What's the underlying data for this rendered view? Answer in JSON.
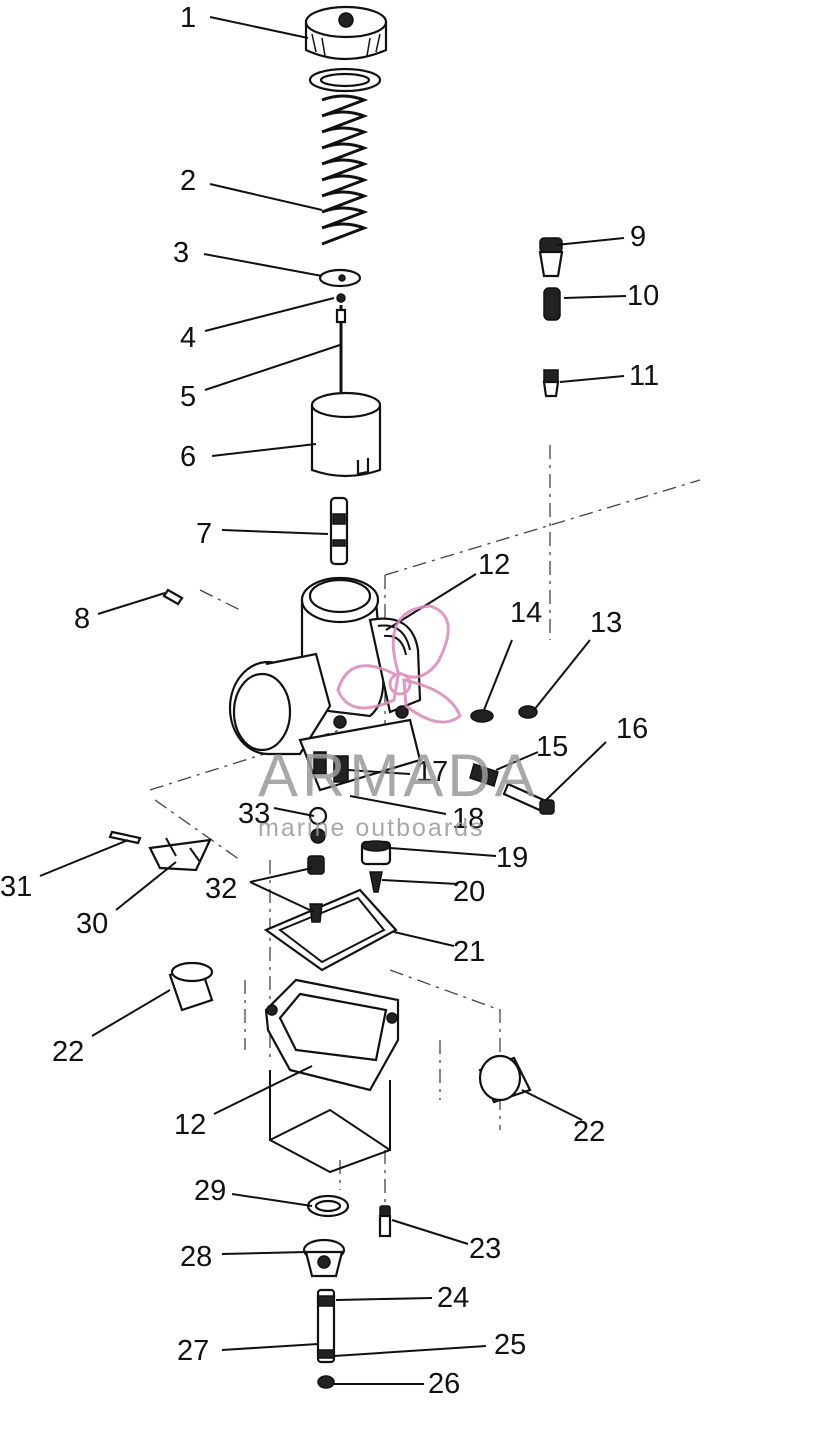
{
  "diagram": {
    "callouts": [
      "1",
      "2",
      "3",
      "4",
      "5",
      "6",
      "7",
      "8",
      "9",
      "10",
      "11",
      "12",
      "13",
      "14",
      "15",
      "16",
      "17",
      "18",
      "19",
      "20",
      "21",
      "22",
      "23",
      "24",
      "25",
      "26",
      "27",
      "28",
      "29",
      "30",
      "31",
      "32",
      "33"
    ],
    "watermark": {
      "brand": "ARMADA",
      "tagline": "marine outboards",
      "color": "#d889b8"
    }
  }
}
